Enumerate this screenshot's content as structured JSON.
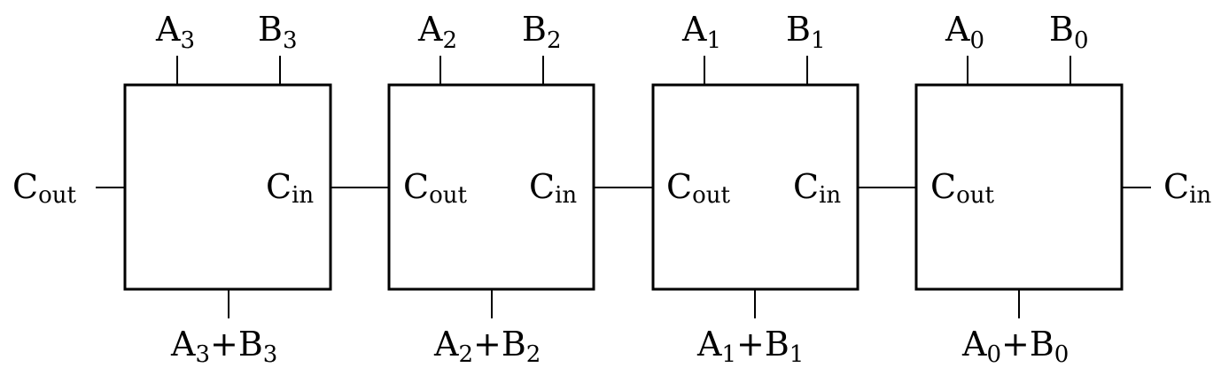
{
  "adders": [
    {
      "input_a": {
        "base": "A",
        "sub": "3"
      },
      "input_b": {
        "base": "B",
        "sub": "3"
      },
      "carry_out": {
        "base": "C",
        "sub": "out"
      },
      "carry_in": {
        "base": "C",
        "sub": "in"
      },
      "sum": {
        "a": "A",
        "a_sub": "3",
        "op": "+",
        "b": "B",
        "b_sub": "3"
      }
    },
    {
      "input_a": {
        "base": "A",
        "sub": "2"
      },
      "input_b": {
        "base": "B",
        "sub": "2"
      },
      "carry_out": {
        "base": "C",
        "sub": "out"
      },
      "carry_in": {
        "base": "C",
        "sub": "in"
      },
      "sum": {
        "a": "A",
        "a_sub": "2",
        "op": "+",
        "b": "B",
        "b_sub": "2"
      }
    },
    {
      "input_a": {
        "base": "A",
        "sub": "1"
      },
      "input_b": {
        "base": "B",
        "sub": "1"
      },
      "carry_out": {
        "base": "C",
        "sub": "out"
      },
      "carry_in": {
        "base": "C",
        "sub": "in"
      },
      "sum": {
        "a": "A",
        "a_sub": "1",
        "op": "+",
        "b": "B",
        "b_sub": "1"
      }
    },
    {
      "input_a": {
        "base": "A",
        "sub": "0"
      },
      "input_b": {
        "base": "B",
        "sub": "0"
      },
      "carry_out": {
        "base": "C",
        "sub": "out"
      },
      "carry_in": {
        "base": "C",
        "sub": "in"
      },
      "sum": {
        "a": "A",
        "a_sub": "0",
        "op": "+",
        "b": "B",
        "b_sub": "0"
      }
    }
  ],
  "external_carry_out": {
    "base": "C",
    "sub": "out"
  },
  "external_carry_in": {
    "base": "C",
    "sub": "in"
  }
}
